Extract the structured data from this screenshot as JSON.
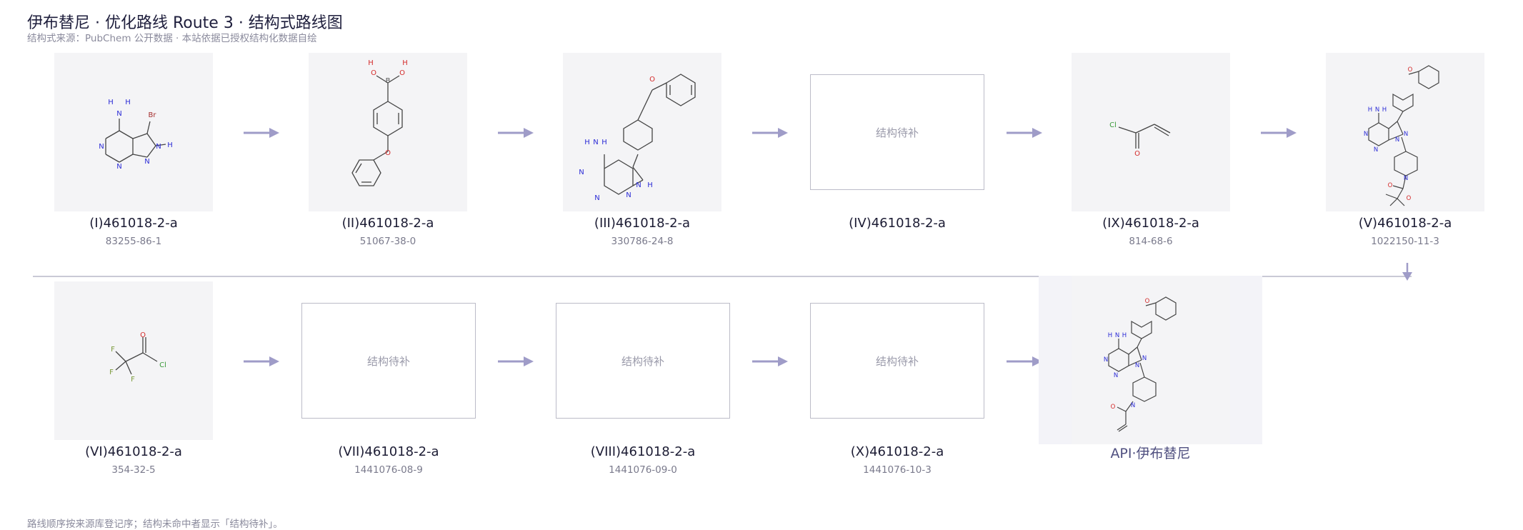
{
  "header": {
    "title": "伊布替尼 · 优化路线 Route 3 · 结构式路线图",
    "subtitle": "结构式来源：PubChem 公开数据 · 本站依据已授权结构化数据自绘"
  },
  "footer": {
    "note": "路线顺序按来源库登记序；结构未命中者显示「结构待补」。"
  },
  "placeholder_text": "结构待补",
  "colors": {
    "arrow": "#9f9cc8",
    "nitrogen": "#2b2bd6",
    "oxygen": "#d42a2a",
    "chlorine": "#3a9a3a",
    "bromine": "#a42c2c",
    "fluorine": "#7a9a3a"
  },
  "nodes": [
    {
      "id": "I",
      "label": "(I)461018-2-a",
      "cas": "83255-86-1",
      "structure": "bromo-pyrazolopyrimidine"
    },
    {
      "id": "II",
      "label": "(II)461018-2-a",
      "cas": "51067-38-0",
      "structure": "phenoxyphenylboronic-acid"
    },
    {
      "id": "III",
      "label": "(III)461018-2-a",
      "cas": "330786-24-8",
      "structure": "phenoxyphenyl-pyrazolopyrimidine"
    },
    {
      "id": "IV",
      "label": "(IV)461018-2-a",
      "cas": "",
      "structure": ""
    },
    {
      "id": "IX",
      "label": "(IX)461018-2-a",
      "cas": "814-68-6",
      "structure": "acryloyl-chloride"
    },
    {
      "id": "V",
      "label": "(V)461018-2-a",
      "cas": "1022150-11-3",
      "structure": "boc-ibrutinib-intermediate"
    },
    {
      "id": "VI",
      "label": "(VI)461018-2-a",
      "cas": "354-32-5",
      "structure": "trifluoroacetyl-chloride"
    },
    {
      "id": "VII",
      "label": "(VII)461018-2-a",
      "cas": "1441076-08-9",
      "structure": ""
    },
    {
      "id": "VIII",
      "label": "(VIII)461018-2-a",
      "cas": "1441076-09-0",
      "structure": ""
    },
    {
      "id": "X",
      "label": "(X)461018-2-a",
      "cas": "1441076-10-3",
      "structure": ""
    }
  ],
  "api": {
    "label": "API·伊布替尼",
    "structure": "ibrutinib"
  },
  "atoms": {
    "n": "N",
    "h": "H",
    "o": "O",
    "b": "B",
    "br": "Br",
    "cl": "Cl",
    "f": "F"
  }
}
